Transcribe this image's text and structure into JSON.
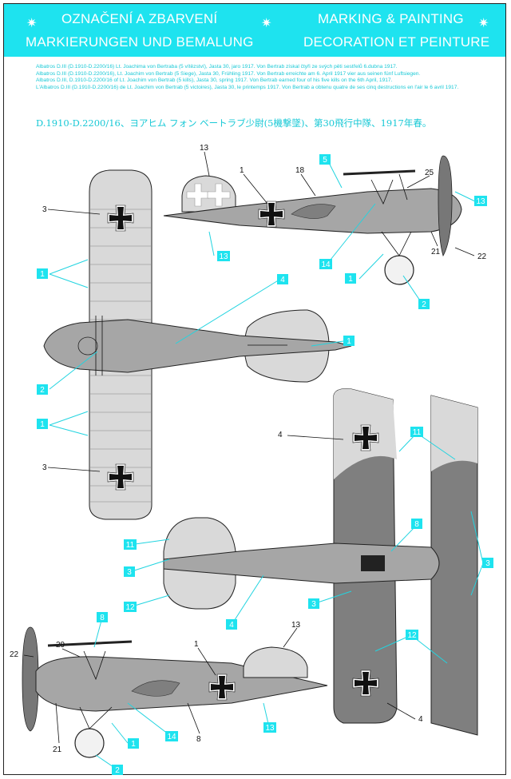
{
  "header": {
    "title_cz": "OZNAČENÍ A ZBARVENÍ",
    "title_en": "MARKING & PAINTING",
    "title_de": "MARKIERUNGEN UND BEMALUNG",
    "title_fr": "DECORATION ET PEINTURE",
    "star": "✷"
  },
  "descriptions": {
    "cz": "Albatros D.III (D.1910-D.2200/16) Lt. Joachima von Bertraba (5 vítězství), Jasta 30, jaro 1917. Von Bertrab získal čtyři ze svých pěti sestřelů 6.dubna 1917.",
    "de": "Albatros D.III (D.1910-D.2200/16), Lt. Joachim von Bertrab (5 Siege), Jasta 30, Frühling 1917. Von Bertrab erreichte am 6. April 1917 vier aus seinen fünf Luftsiegen.",
    "en": "Albatros D.III, D.1910-D.2200/16 of Lt. Joachim von Bertrab (5 kills), Jasta 30, spring 1917. Von Bertrab earned four of his five kills on the 6th April, 1917.",
    "fr": "L'Albatros D.III (D.1910-D.2200/16) de Lt. Joachim von Bertrab (5 victoires), Jasta 30, le printemps 1917. Von Bertrab a obtenu quatre de ses cinq destructions en l'air le 6 avril 1917.",
    "jp": "D.1910-D.2200/16、ヨアヒム フォン ベートラブ少尉(5機撃墜)、第30飛行中隊、1917年春。"
  },
  "callouts": {
    "n1": "1",
    "n2": "2",
    "n3": "3",
    "n4": "4",
    "n5": "5",
    "n8": "8",
    "n11": "11",
    "n12": "12",
    "n13": "13",
    "n14": "14",
    "n18": "18",
    "n21": "21",
    "n22": "22",
    "n25": "25",
    "n29": "29"
  },
  "colors": {
    "banner": "#1ee3ef",
    "callout": "#1ee3ef",
    "light_grey": "#d9d9d9",
    "mid_grey": "#a6a6a6",
    "dark_grey": "#7f7f7f",
    "cross_black": "#111111"
  }
}
